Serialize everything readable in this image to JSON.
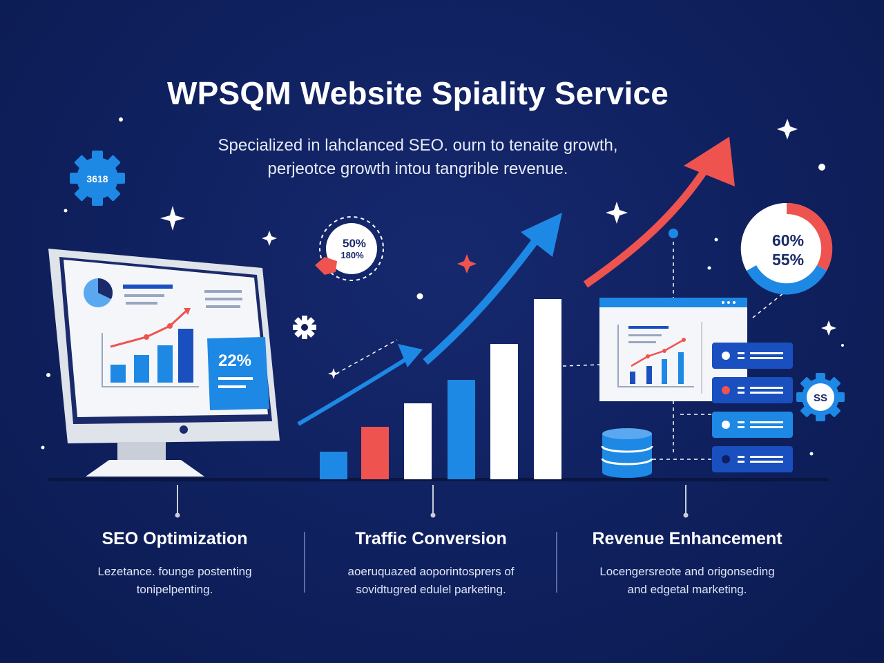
{
  "header": {
    "title": "WPSQM Website Spiality Service",
    "subtitle_line1": "Specialized in lahclanced SEO. ourn to  tenaite growth,",
    "subtitle_line2": "perjeotce growth intou tangrible revenue."
  },
  "badges": {
    "gear_left": "3618",
    "gear_right": "SS",
    "circle_small_line1": "50%",
    "circle_small_line2": "180%",
    "circle_large_line1": "60%",
    "circle_large_line2": "55%",
    "monitor_card": "22%"
  },
  "columns": [
    {
      "title": "SEO Optimization",
      "line1": "Lezetance. founge postenting",
      "line2": "tonipelpenting."
    },
    {
      "title": "Traffic Conversion",
      "line1": "aoeruquazed aoporintosprers of",
      "line2": "sovidtugred edulel parketing."
    },
    {
      "title": "Revenue Enhancement",
      "line1": "Locengersreote and origonseding",
      "line2": "and edgetal marketing."
    }
  ],
  "colors": {
    "background": "#0f205e",
    "accent_blue": "#1e88e5",
    "accent_red": "#ef5350",
    "white": "#ffffff"
  }
}
